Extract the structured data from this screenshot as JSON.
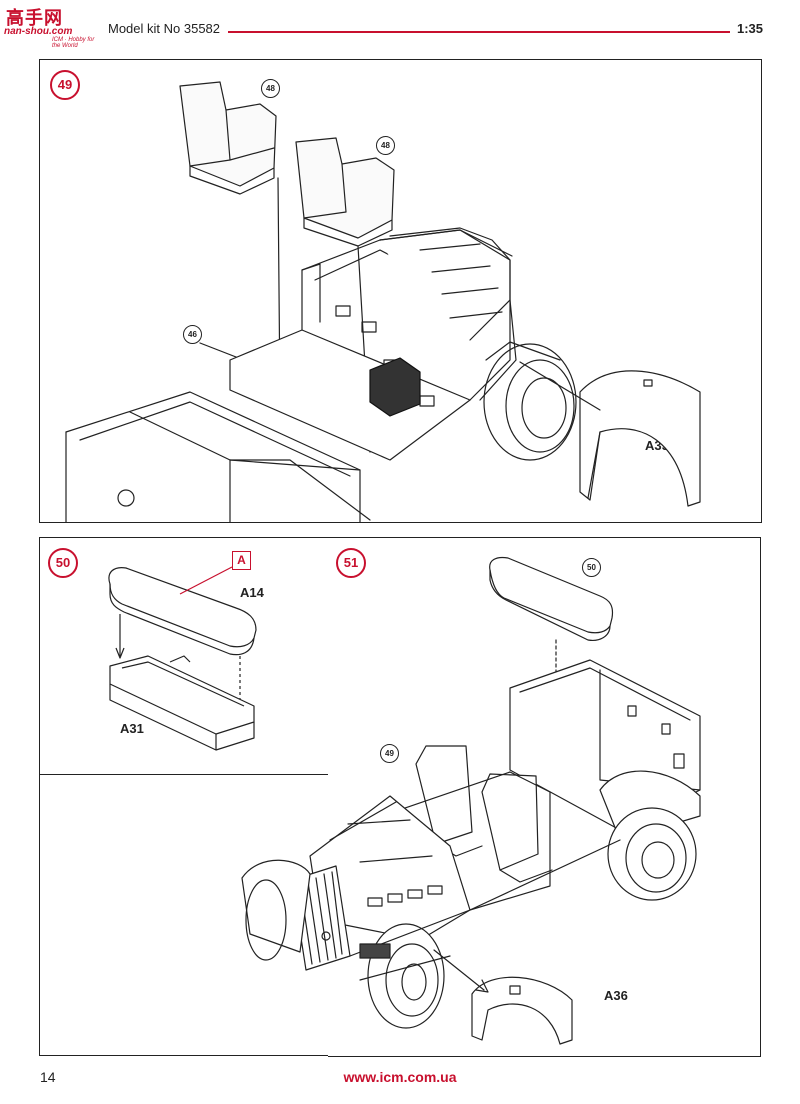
{
  "header": {
    "logo_cn": "高手网",
    "logo_site": "nan-shou.com",
    "logo_tag": "ICM · Hobby for the World",
    "kit_title": "Model kit No 35582",
    "scale": "1:35"
  },
  "steps": {
    "s49": {
      "number": "49",
      "refs": [
        "48",
        "48",
        "46"
      ],
      "part_labels": [
        "A35"
      ]
    },
    "s50": {
      "number": "50",
      "sprue": "A",
      "part_labels": [
        "A14",
        "A31"
      ]
    },
    "s51": {
      "number": "51",
      "refs": [
        "50",
        "49"
      ],
      "part_labels": [
        "A36"
      ]
    }
  },
  "footer": {
    "page_number": "14",
    "url": "www.icm.com.ua"
  },
  "colors": {
    "accent_red": "#c8102e",
    "line_art": "#222222",
    "background": "#ffffff"
  }
}
